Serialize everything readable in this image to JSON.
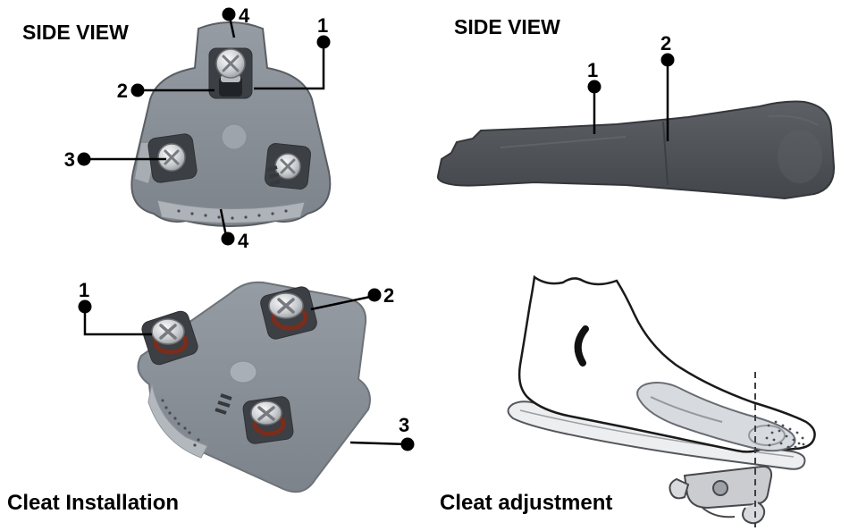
{
  "page": {
    "background": "#ffffff"
  },
  "panels": {
    "top_left": {
      "title": "SIDE VIEW",
      "callout_top_4": "4",
      "callout_1": "1",
      "callout_2": "2",
      "callout_3": "3",
      "callout_bottom_4": "4"
    },
    "top_right": {
      "title": "SIDE VIEW",
      "callout_1": "1",
      "callout_2": "2"
    },
    "bottom_left": {
      "title": "Cleat Installation",
      "callout_1": "1",
      "callout_2": "2",
      "callout_3": "3"
    },
    "bottom_right": {
      "title": "Cleat adjustment"
    }
  },
  "colors": {
    "cleat_gray": "#8f949b",
    "cleat_dark_profile": "#4c4f54",
    "recess_dark": "#3c3f44",
    "washer_red": "#7a2d1c",
    "line_black": "#000000"
  }
}
